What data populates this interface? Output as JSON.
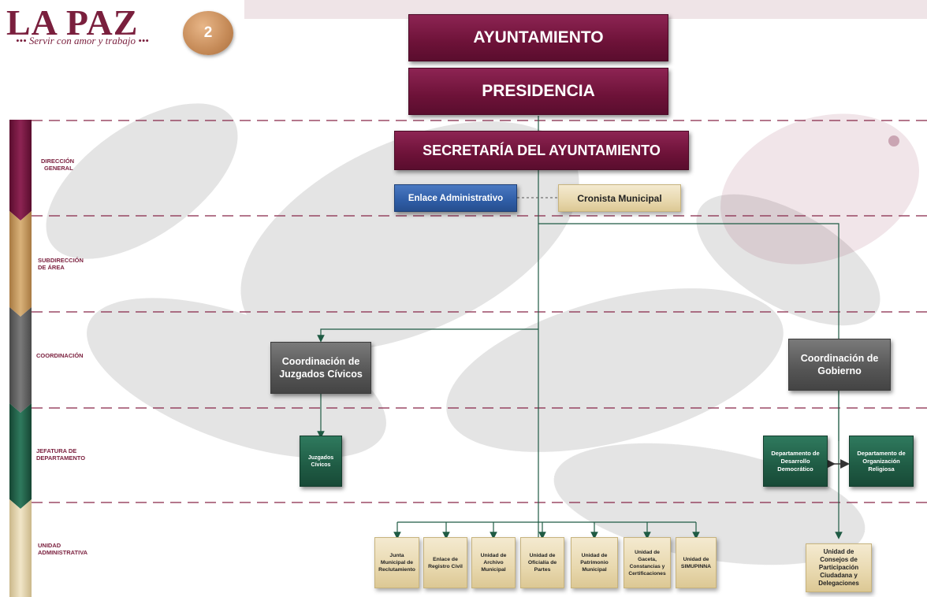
{
  "header": {
    "logo_text": "LA PAZ",
    "logo_tagline": "Servir con amor y trabajo",
    "page_number": "2"
  },
  "colors": {
    "maroon": "#6d1238",
    "gold": "#c89a5a",
    "gray": "#5a5a5a",
    "green": "#1f5b44",
    "beige": "#e6d6ab",
    "blue": "#2f5da6",
    "line": "#1f5b44",
    "dash": "#8a2a4c"
  },
  "levels": [
    {
      "label_1": "DIRECCIÓN",
      "label_2": "GENERAL"
    },
    {
      "label_1": "SUBDIRECCIÓN",
      "label_2": "DE ÁREA"
    },
    {
      "label_1": "COORDINACIÓN",
      "label_2": ""
    },
    {
      "label_1": "JEFATURA DE",
      "label_2": "DEPARTAMENTO"
    },
    {
      "label_1": "UNIDAD",
      "label_2": "ADMINISTRATIVA"
    }
  ],
  "nodes": {
    "ayuntamiento": "AYUNTAMIENTO",
    "presidencia": "PRESIDENCIA",
    "secretaria": "SECRETARÍA DEL AYUNTAMIENTO",
    "enlace_admin": "Enlace Administrativo",
    "cronista": "Cronista Municipal",
    "coord_juzgados": "Coordinación de Juzgados Cívicos",
    "coord_gobierno": "Coordinación de Gobierno",
    "juzgados_civicos": "Juzgados Cívicos",
    "depto_desarrollo": "Departamento de Desarrollo Democrático",
    "depto_religiosa": "Departamento de Organización Religiosa",
    "unidad_consejos": "Unidad de Consejos de Participación Ciudadana y Delegaciones"
  },
  "units": [
    "Junta Municipal de Reclutamiento",
    "Enlace de Registro Civil",
    "Unidad de Archivo Municipal",
    "Unidad de Oficialía de Partes",
    "Unidad de Patrimonio Municipal",
    "Unidad de Gaceta, Constancias y Certificaciones",
    "Unidad de SIMUPINNA"
  ]
}
